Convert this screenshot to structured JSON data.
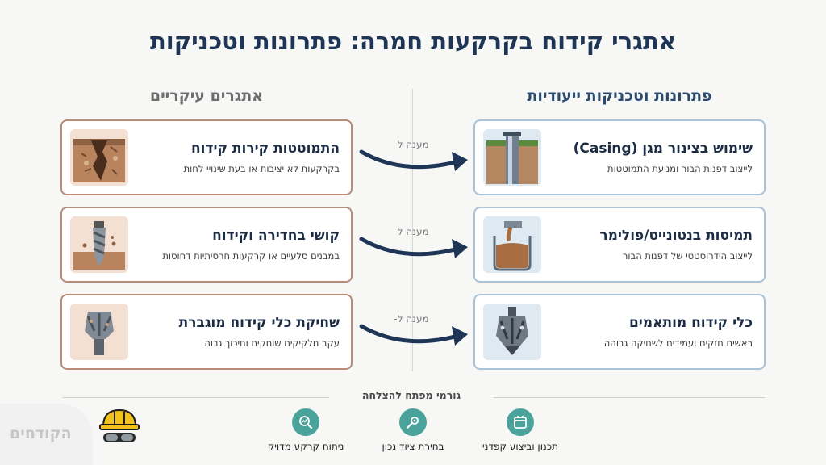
{
  "title": "אתגרי קידוח בקרקעות חמרה: פתרונות וטכניקות",
  "columns": {
    "solutions_heading": "פתרונות וטכניקות ייעודיות",
    "challenges_heading": "אתגרים עיקריים"
  },
  "arrow_label": "מענה ל-",
  "rows": [
    {
      "challenge": {
        "title": "התמוטטות קירות קידוח",
        "subtitle": "בקרקעות לא יציבות או בעת שינויי לחות",
        "icon": "collapsing-borehole-icon"
      },
      "solution": {
        "title": "שימוש בצינור מגן (Casing)",
        "subtitle": "לייצוב דפנות הבור ומניעת התמוטטות",
        "icon": "casing-pipe-icon"
      }
    },
    {
      "challenge": {
        "title": "קושי בחדירה וקידוח",
        "subtitle": "במבנים סלעיים או קרקעות חרסיתיות דחוסות",
        "icon": "drill-bit-icon"
      },
      "solution": {
        "title": "תמיסות בנטונייט/פולימר",
        "subtitle": "לייצוב הידרוסטטי של דפנות הבור",
        "icon": "slurry-pour-icon"
      }
    },
    {
      "challenge": {
        "title": "שחיקת כלי קידוח מוגברת",
        "subtitle": "עקב חלקיקים שוחקים וחיכוך גבוה",
        "icon": "worn-tool-icon"
      },
      "solution": {
        "title": "כלי קידוח מותאמים",
        "subtitle": "ראשים חזקים ועמידים לשחיקה גבוהה",
        "icon": "reinforced-drill-head-icon"
      }
    }
  ],
  "footer": {
    "title": "גורמי מפתח להצלחה",
    "factors": [
      {
        "label": "תכנון וביצוע קפדני",
        "icon": "calendar-icon"
      },
      {
        "label": "בחירת ציוד נכון",
        "icon": "gear-wrench-icon"
      },
      {
        "label": "ניתוח קרקע מדויק",
        "icon": "magnifier-chart-icon"
      }
    ]
  },
  "brand": {
    "name": "הקודחים",
    "icon": "helmet-goggles-icon"
  },
  "colors": {
    "navy": "#1f3556",
    "challenge_border": "#b98c79",
    "solution_border": "#a9c3d8",
    "teal": "#4aa39a"
  }
}
